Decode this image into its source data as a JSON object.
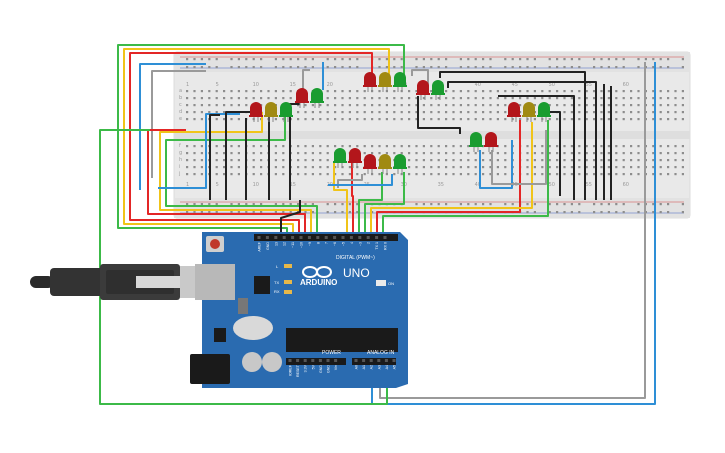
{
  "board": {
    "brand": "ARDUINO",
    "model": "UNO",
    "digital_label": "DIGITAL (PWM~)",
    "analog_label": "ANALOG IN",
    "power_label": "POWER",
    "on_label": "ON",
    "led_l": "L",
    "led_tx": "TX",
    "led_rx": "RX",
    "digital_pins": [
      "AREF",
      "GND",
      "13",
      "12",
      "~11",
      "~10",
      "~9",
      "8",
      "7",
      "~6",
      "~5",
      "4",
      "~3",
      "2",
      "TX 1",
      "RX 0"
    ],
    "power_pins": [
      "IOREF",
      "RESET",
      "3.3V",
      "5V",
      "GND",
      "GND",
      "Vin"
    ],
    "analog_pins": [
      "A0",
      "A1",
      "A2",
      "A3",
      "A4",
      "A5"
    ]
  },
  "breadboard": {
    "row_letters_top": [
      "a",
      "b",
      "c",
      "d",
      "e"
    ],
    "row_letters_bottom": [
      "f",
      "g",
      "h",
      "i",
      "j"
    ],
    "column_numbers": [
      "1",
      "5",
      "10",
      "15",
      "20",
      "25",
      "30",
      "35",
      "40",
      "45",
      "50",
      "55",
      "60"
    ]
  },
  "colors": {
    "led_red": "#b3161b",
    "led_yellow": "#a08a12",
    "led_green": "#1a9c30",
    "board": "#2a6bb0",
    "breadboard": "#e9e9e9",
    "wire_red": "#e32626",
    "wire_yellow": "#f0c419",
    "wire_green": "#3cba48",
    "wire_blue": "#2e8fd6",
    "wire_gray": "#9a9a9a",
    "wire_black": "#222222"
  }
}
